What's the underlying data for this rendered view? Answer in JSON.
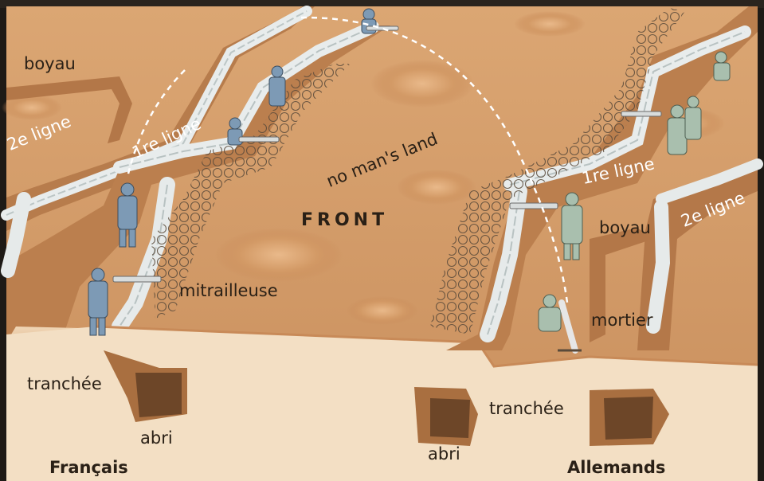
{
  "labels": {
    "front": "FRONT",
    "no_mans_land": "no man's land",
    "boyau_fr": "boyau",
    "boyau_de": "boyau",
    "ligne2_fr": "2e ligne",
    "ligne1_fr": "1re ligne",
    "ligne1_de": "1re ligne",
    "ligne2_de": "2e ligne",
    "mitrailleuse": "mitrailleuse",
    "mortier": "mortier",
    "tranchee_fr": "tranchée",
    "tranchee_de": "tranchée",
    "abri_fr": "abri",
    "abri_de": "abri",
    "side_fr": "Français",
    "side_de": "Allemands"
  },
  "colors": {
    "ground": "#d9a06c",
    "ground_dark": "#b87d4f",
    "trench_wall": "#c88a58",
    "trench_floor": "#e8c9a6",
    "sandbag": "#e6ecec",
    "wire": "#5a4a3a",
    "soldier_fr": "#7d9ab5",
    "soldier_de": "#a9bfae",
    "trajectory": "#ffffff"
  },
  "icons": {
    "wire": "barbed-wire-icon",
    "crater": "shell-crater-icon",
    "soldier": "soldier-icon",
    "machine_gun": "machine-gun-icon",
    "mortar": "mortar-icon"
  }
}
